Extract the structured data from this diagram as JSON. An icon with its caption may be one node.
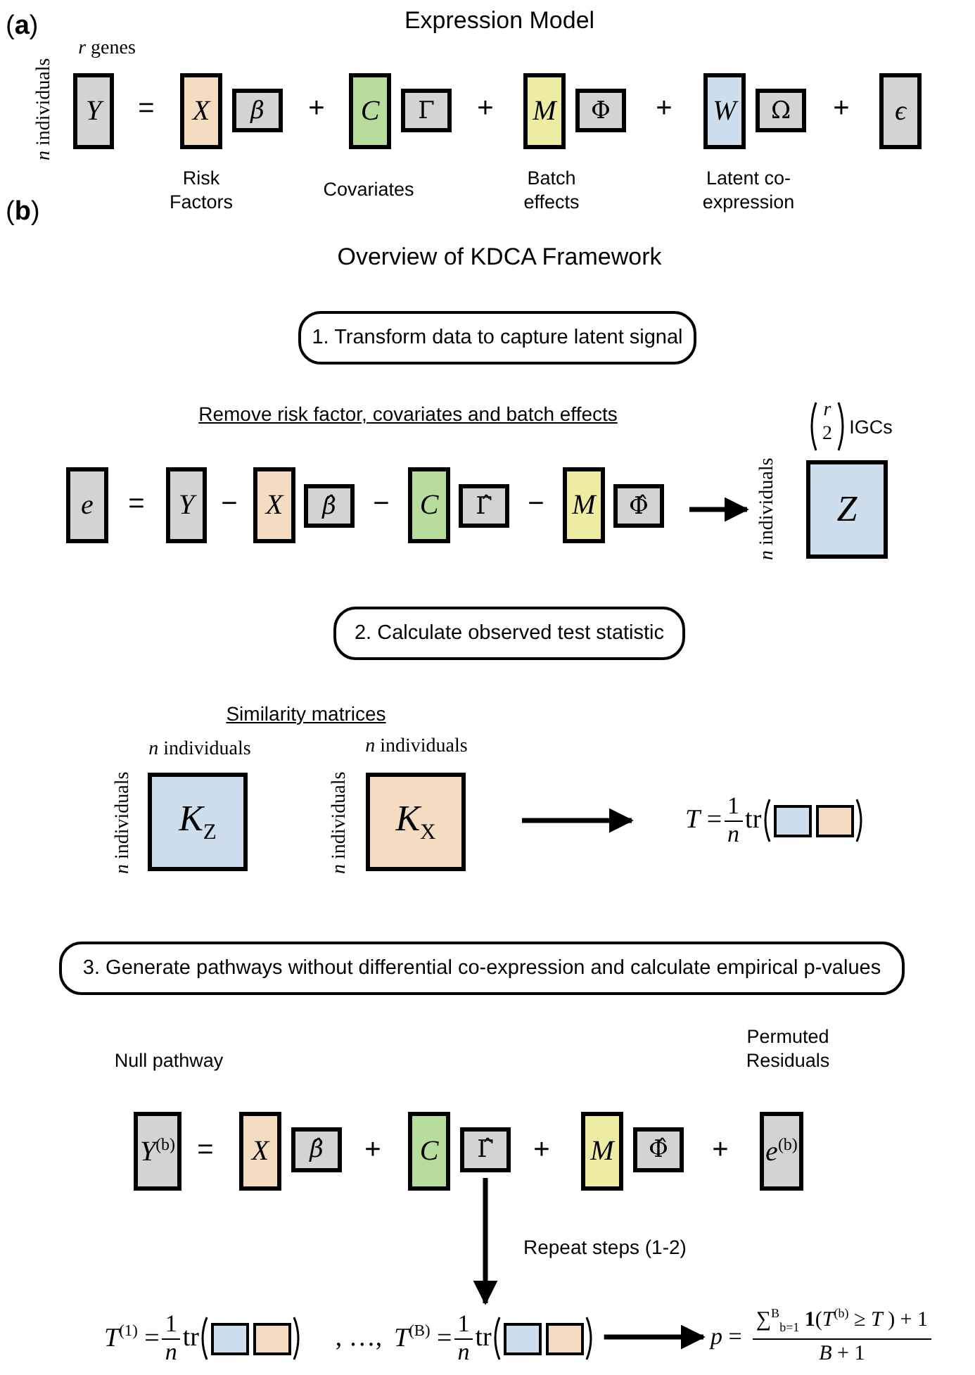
{
  "diagram": {
    "nodes": [
      {
        "text": [
          "*Y*"
        ],
        "beside": [
          "*r* genes",
          "*n* individuals"
        ]
      },
      {
        "text": [
          "*X*"
        ],
        "beside": [
          "Risk Factors"
        ]
      },
      {
        "text": [
          "*β*"
        ]
      },
      {
        "text": [
          "*C*"
        ],
        "beside": [
          "Covariates"
        ]
      },
      {
        "text": [
          "Γ"
        ]
      },
      {
        "text": [
          "*M*"
        ],
        "beside": [
          "Batch effects"
        ]
      },
      {
        "text": [
          "Φ"
        ]
      },
      {
        "text": [
          "*W*"
        ],
        "beside": [
          "Latent co-expression"
        ]
      },
      {
        "text": [
          "Ω"
        ]
      },
      {
        "text": [
          "*ϵ*"
        ]
      },
      {
        "text": [
          "1. Transform data to capture latent signal"
        ]
      },
      {
        "text": [
          "*e*"
        ]
      },
      {
        "text": [
          "*Y*"
        ]
      },
      {
        "text": [
          "*X*"
        ]
      },
      {
        "text": [
          "*β̂*"
        ]
      },
      {
        "text": [
          "*C*"
        ]
      },
      {
        "text": [
          "Γ̂"
        ]
      },
      {
        "text": [
          "*M*"
        ]
      },
      {
        "text": [
          "Φ̂"
        ]
      },
      {
        "text": [
          "*Z*"
        ],
        "beside": [
          "*r*",
          "2",
          "IGCs",
          "*n* individuals"
        ]
      },
      {
        "text": [
          "2. Calculate observed test statistic"
        ]
      },
      {
        "text": [
          "*K*$_{Z}$"
        ],
        "beside": [
          "*n* individuals",
          "*n* individuals"
        ]
      },
      {
        "text": [
          "*K*$_{X}$"
        ],
        "beside": [
          "*n* individuals",
          "*n* individuals"
        ]
      },
      {
        "text": [
          "*T* =",
          "1",
          "*n*",
          "tr"
        ]
      },
      {
        "text": [],
        "shape": "box",
        "in": 23
      },
      {
        "text": [],
        "shape": "box",
        "in": 23
      },
      {
        "text": [
          "3. Generate pathways without differential co-expression and calculate empirical p-values"
        ]
      },
      {
        "text": [
          "*Y*$^{(b)}$"
        ],
        "beside": [
          "Null pathway"
        ]
      },
      {
        "text": [
          "*X*"
        ]
      },
      {
        "text": [
          "*β̂*"
        ]
      },
      {
        "text": [
          "*C*"
        ]
      },
      {
        "text": [
          "Γ̂"
        ]
      },
      {
        "text": [
          "*M*"
        ]
      },
      {
        "text": [
          "Φ̂"
        ]
      },
      {
        "text": [
          "*e*$^{(b)}$"
        ],
        "beside": [
          "Permuted Residuals"
        ]
      },
      {
        "text": [
          "*T*$^{(1)}$ =",
          "1",
          "*n*",
          "tr"
        ]
      },
      {
        "text": [],
        "shape": "box",
        "in": 35
      },
      {
        "text": [],
        "shape": "box",
        "in": 35
      },
      {
        "text": [
          "*T*$^{(B)}$ =",
          "1",
          "*n*",
          "tr"
        ]
      },
      {
        "text": [],
        "shape": "box",
        "in": 38
      },
      {
        "text": [],
        "shape": "box",
        "in": 38
      },
      {
        "text": [
          "*p* =",
          "∑$^{B}$$_{b=1}$ **1**(*T*$^{(b)}$ ≥ *T* ) + 1",
          "*B* + 1"
        ]
      }
    ],
    "edges": [
      {
        "from": 18,
        "to": 19,
        "arrow": "to"
      },
      {
        "from": 22,
        "to": 23,
        "arrow": "to"
      },
      {
        "from": 31,
        "to": 38,
        "arrow": "to",
        "label": "Repeat steps (1-2)"
      },
      {
        "from": 38,
        "to": 41,
        "arrow": "to"
      }
    ],
    "labels": [
      "(**a**)",
      "Expression Model",
      "=",
      "+",
      "+",
      "+",
      "+",
      "(**b**)",
      "Overview of KDCA Framework",
      "Remove risk factor, covariates and batch effects",
      "=",
      "−",
      "−",
      "−",
      "Similarity matrices",
      "=",
      "+",
      "+",
      "+",
      ", …,"
    ]
  }
}
